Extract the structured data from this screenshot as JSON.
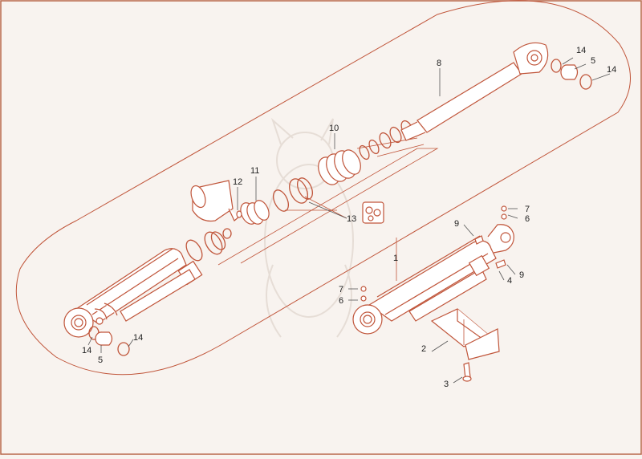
{
  "palette": {
    "background": "#f8f3ef",
    "frame": "#b8674a",
    "line": "#c0553a",
    "part_fill": "#ffffff",
    "label": "#222222",
    "watermark": "#e4dcd6"
  },
  "callouts": {
    "c1": "1",
    "c2": "2",
    "c3": "3",
    "c4": "4",
    "c5a": "5",
    "c5b": "5",
    "c6a": "6",
    "c6b": "6",
    "c7a": "7",
    "c7b": "7",
    "c8": "8",
    "c9a": "9",
    "c9b": "9",
    "c10": "10",
    "c11": "11",
    "c12": "12",
    "c13": "13",
    "c14a": "14",
    "c14b": "14",
    "c14c": "14",
    "c14d": "14"
  }
}
